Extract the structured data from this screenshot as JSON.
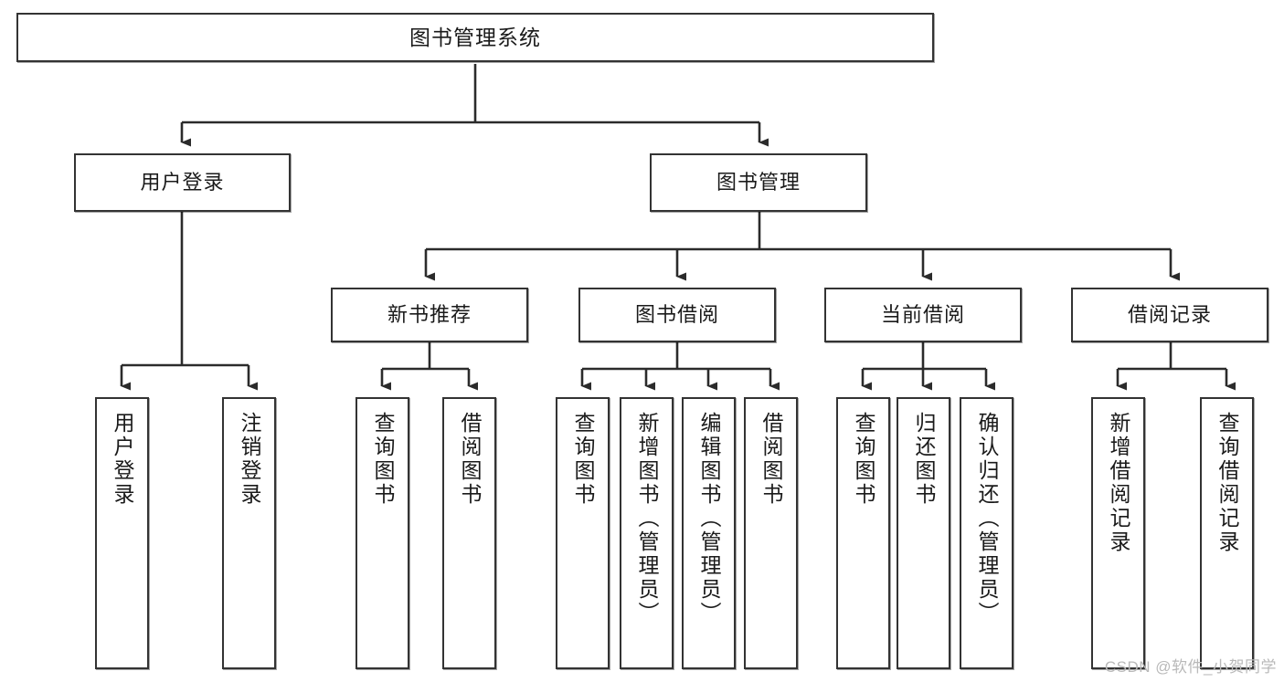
{
  "diagram": {
    "title": "图书管理系统",
    "type": "tree-hierarchy",
    "orientation": "top-down",
    "colors": {
      "box_border": "#333333",
      "box_fill": "#ffffff",
      "edge": "#2b2b2b",
      "text": "#1a1a1a",
      "watermark": "#b9b9b9"
    },
    "nodes": {
      "root": {
        "label": "图书管理系统",
        "level": 1
      },
      "l2": [
        {
          "id": "user-login",
          "label": "用户登录",
          "level": 2
        },
        {
          "id": "book-management",
          "label": "图书管理",
          "level": 2
        }
      ],
      "l3": [
        {
          "id": "new-book-recommend",
          "label": "新书推荐",
          "level": 3,
          "parent": "book-management"
        },
        {
          "id": "book-borrow",
          "label": "图书借阅",
          "level": 3,
          "parent": "book-management"
        },
        {
          "id": "current-borrow",
          "label": "当前借阅",
          "level": 3,
          "parent": "book-management"
        },
        {
          "id": "borrow-record",
          "label": "借阅记录",
          "level": 3,
          "parent": "book-management"
        }
      ],
      "leaves": [
        {
          "id": "leaf-user-login",
          "label": "用户登录",
          "parent": "user-login"
        },
        {
          "id": "leaf-logout-login",
          "label": "注销登录",
          "parent": "user-login"
        },
        {
          "id": "leaf-query-book-1",
          "label": "查询图书",
          "parent": "new-book-recommend"
        },
        {
          "id": "leaf-borrow-book-1",
          "label": "借阅图书",
          "parent": "new-book-recommend"
        },
        {
          "id": "leaf-query-book-2",
          "label": "查询图书",
          "parent": "book-borrow"
        },
        {
          "id": "leaf-add-book",
          "label": "新增图书（管理员）",
          "parent": "book-borrow"
        },
        {
          "id": "leaf-edit-book",
          "label": "编辑图书（管理员）",
          "parent": "book-borrow"
        },
        {
          "id": "leaf-borrow-book-2",
          "label": "借阅图书",
          "parent": "book-borrow"
        },
        {
          "id": "leaf-query-book-3",
          "label": "查询图书",
          "parent": "current-borrow"
        },
        {
          "id": "leaf-return-book",
          "label": "归还图书",
          "parent": "current-borrow"
        },
        {
          "id": "leaf-confirm-return",
          "label": "确认归还（管理员）",
          "parent": "current-borrow"
        },
        {
          "id": "leaf-add-record",
          "label": "新增借阅记录",
          "parent": "borrow-record"
        },
        {
          "id": "leaf-query-record",
          "label": "查询借阅记录",
          "parent": "borrow-record"
        }
      ]
    },
    "watermark": "CSDN @软件_小贺同学"
  }
}
